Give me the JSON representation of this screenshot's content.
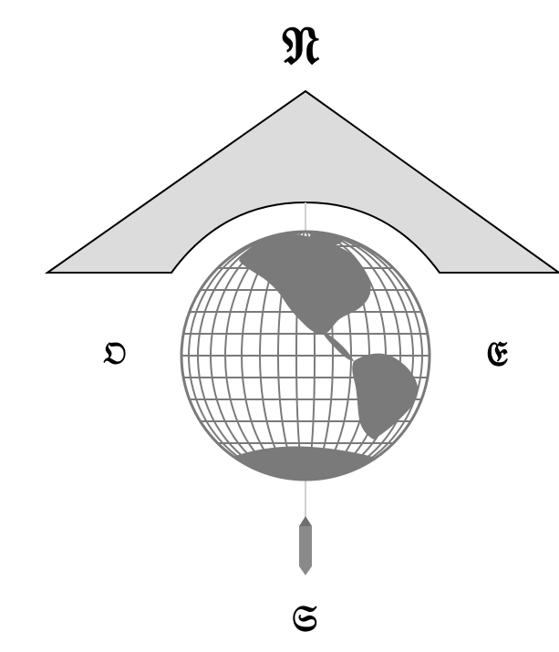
{
  "compass": {
    "north": "𝔑",
    "south": "𝔖",
    "east": "𝔈",
    "west": "𝔒"
  },
  "colors": {
    "canopy_fill": "#dcdcdc",
    "canopy_stroke": "#000000",
    "globe_ocean": "#ffffff",
    "globe_land": "#7a7a7a",
    "graticule": "#7a7a7a",
    "needle": "#8a8a8a",
    "letters": "#000000"
  },
  "icons": {
    "globe": "globe-icon",
    "needle": "arrow-icon"
  }
}
